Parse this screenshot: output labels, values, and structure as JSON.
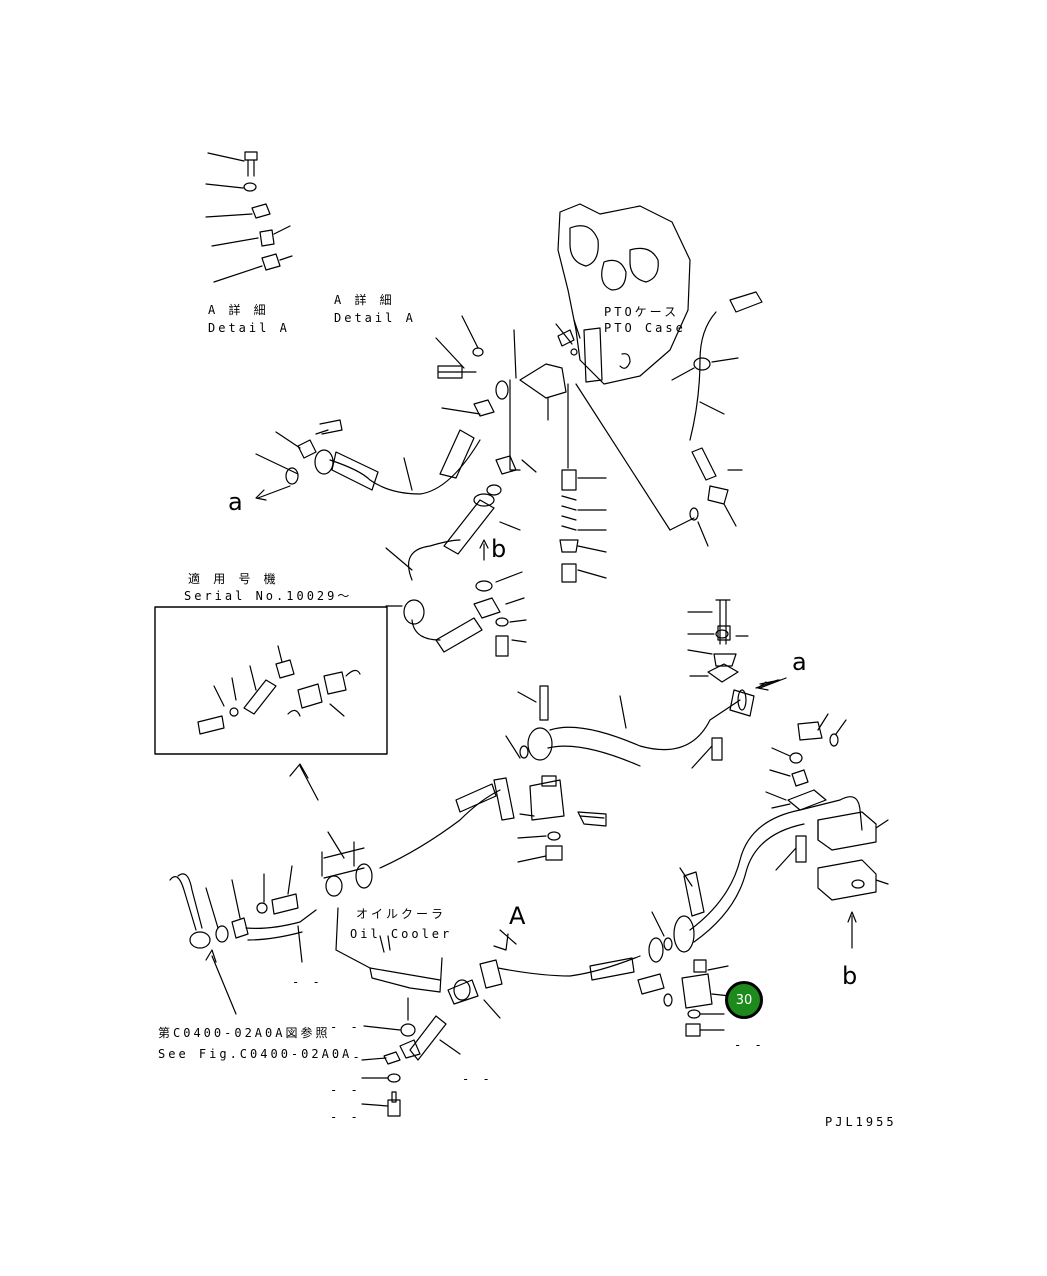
{
  "labels": {
    "detail_a_jp_1": "A 詳 細",
    "detail_a_en_1": "Detail A",
    "detail_a_jp_2": "A 詳 細",
    "detail_a_en_2": "Detail A",
    "pto_case_jp": "PTOケース",
    "pto_case_en": "PTO Case",
    "serial_jp": "適 用 号 機",
    "serial_en": "Serial No.10029～",
    "oil_cooler_jp": "オイルクーラ",
    "oil_cooler_en": "Oil Cooler",
    "see_fig_jp": "第C0400-02A0A図参照",
    "see_fig_en": "See Fig.C0400-02A0A",
    "drawing_no": "PJL1955"
  },
  "view_markers": {
    "a_left": "a",
    "a_right": "a",
    "b_upper": "b",
    "b_lower": "b",
    "A_arrow": "A"
  },
  "callout": {
    "number": "30",
    "color": "#1c8a1c"
  },
  "dashes": {
    "d1": "- -",
    "d2": "- -",
    "d3": "- -",
    "d4": "- -",
    "d5": "- -",
    "d6": "- -",
    "d7": "- -"
  }
}
